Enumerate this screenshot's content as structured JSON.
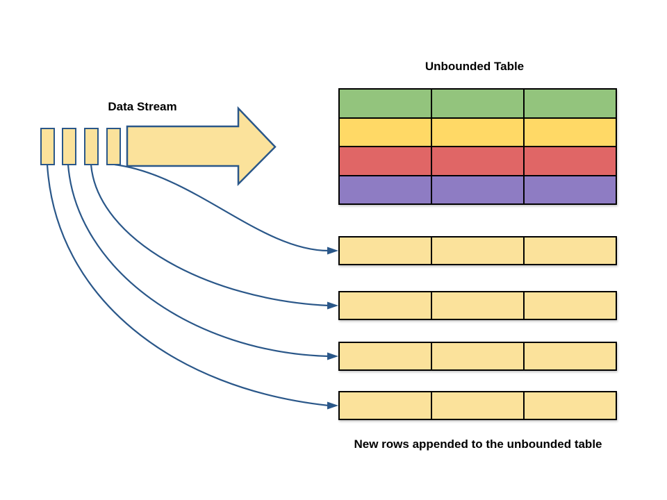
{
  "labels": {
    "title": "Unbounded Table",
    "stream": "Data Stream",
    "caption": "New rows appended to the unbounded table"
  },
  "colors": {
    "background": "#FFFFFF",
    "grid_line": "#000000",
    "stroke_blue": "#2A5789",
    "light_yellow": "#FBE29B",
    "text": "#000000"
  },
  "unbounded_table": {
    "rows": 4,
    "cols": 3,
    "row_colors": [
      "#93C47D",
      "#FFD966",
      "#E06666",
      "#8E7CC3"
    ]
  },
  "appended_rows": {
    "count": 4,
    "cols": 3,
    "fill": "#FBE29B"
  },
  "data_stream": {
    "segments": 4,
    "fill": "#FBE29B",
    "border": "#2A5789"
  }
}
